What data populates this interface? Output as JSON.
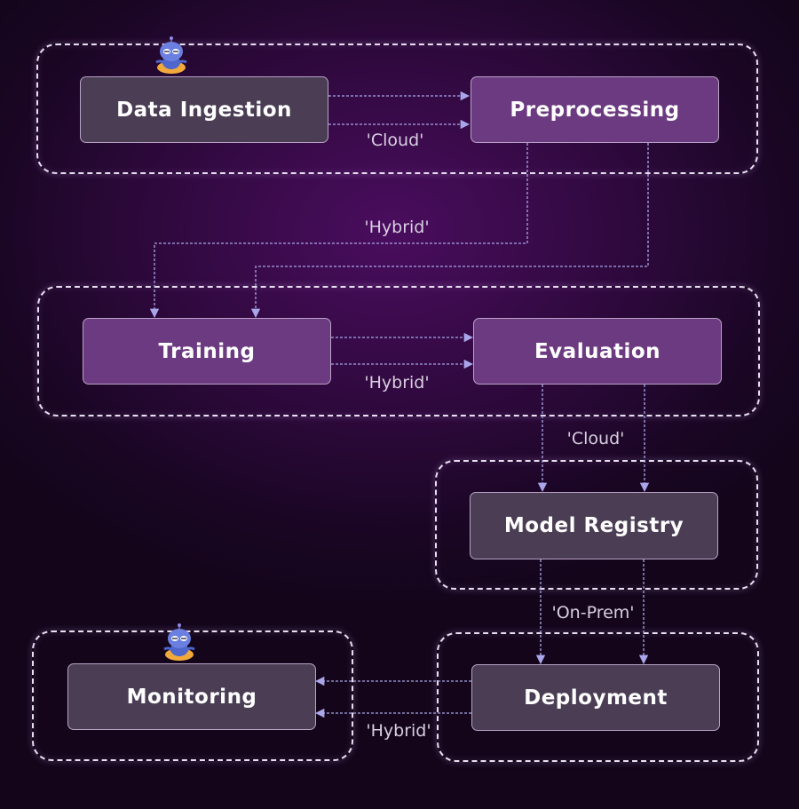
{
  "nodes": {
    "data_ingestion": "Data Ingestion",
    "preprocessing": "Preprocessing",
    "training": "Training",
    "evaluation": "Evaluation",
    "model_registry": "Model Registry",
    "deployment": "Deployment",
    "monitoring": "Monitoring"
  },
  "edge_labels": {
    "ingestion_to_preprocessing": "'Cloud'",
    "preprocessing_to_training": "'Hybrid'",
    "training_to_evaluation": "'Hybrid'",
    "evaluation_to_registry": "'Cloud'",
    "registry_to_deployment": "'On-Prem'",
    "deployment_to_monitoring": "'Hybrid'"
  },
  "colors": {
    "accent_wire": "#a9a6ea",
    "group_border": "#e9dff2",
    "node_dark": "#4a3d54",
    "node_purple": "#6b3a80"
  },
  "icons": [
    "robot-mascot-icon"
  ]
}
